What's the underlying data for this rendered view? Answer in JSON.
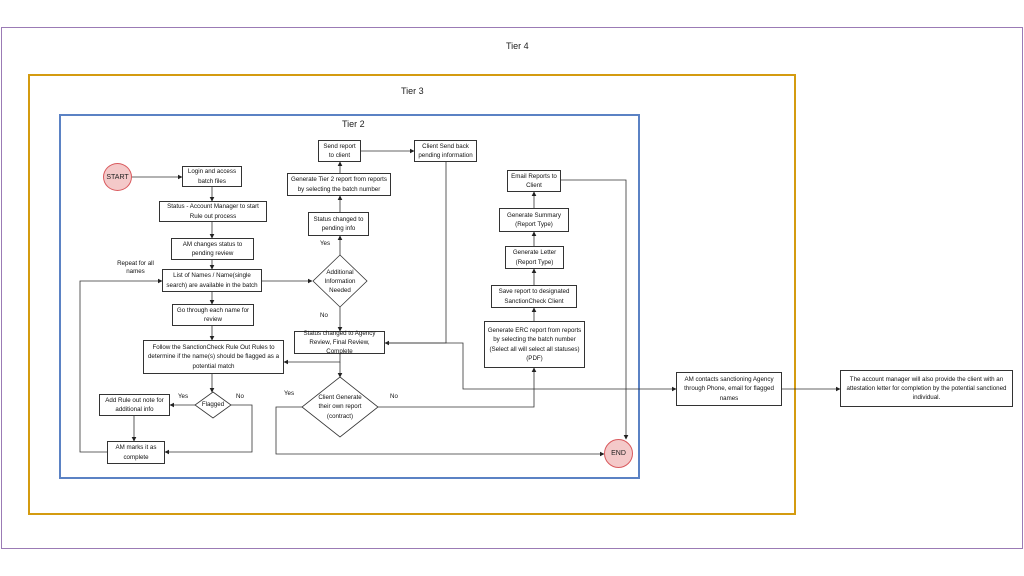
{
  "tiers": {
    "tier4": "Tier 4",
    "tier3": "Tier 3",
    "tier2": "Tier 2"
  },
  "terminals": {
    "start": "START",
    "end": "END"
  },
  "steps": {
    "login": "Login and access batch files",
    "status_am": "Status - Account Manager to start Rule out process",
    "am_pending": "AM changes status to pending review",
    "list_names": "List of Names / Name(single search) are available in the batch",
    "go_through": "Go through each name for review",
    "follow_rules": "Follow the SanctionCheck Rule Out Rules  to determine if the name(s) should be flagged as a potential match",
    "add_note": "Add Rule out note for additional info",
    "am_complete": "AM marks it as complete",
    "send_report": "Send report to client",
    "client_send_back": "Client Send back pending information",
    "gen_tier2": "Generate Tier 2 report from reports by selecting the batch number",
    "status_pending_info": "Status changed to pending info",
    "status_agency": "Status changed to Agency Review, Final Review, Complete",
    "email_reports": "Email Reports to Client",
    "gen_summary": "Generate Summary (Report Type)",
    "gen_letter": "Generate Letter (Report Type)",
    "save_report": "Save report to designated SanctionCheck Client",
    "gen_erc": "Generate ERC report from reports by selecting the batch number (Select all will select all statuses) (PDF)",
    "am_contacts": "AM contacts sanctioning Agency through Phone, email for flagged names",
    "am_attestation": "The account manager will also provide the client with an attestation letter for completion by the potential sanctioned individual."
  },
  "decisions": {
    "flagged": "Flagged",
    "additional_info": "Additional Information Needed",
    "client_generate": "Client Generate their own report (contract)"
  },
  "edge_labels": {
    "repeat": "Repeat for all names",
    "flag_yes": "Yes",
    "flag_no": "No",
    "info_yes": "Yes",
    "info_no": "No",
    "client_yes": "Yes",
    "client_no": "No"
  }
}
